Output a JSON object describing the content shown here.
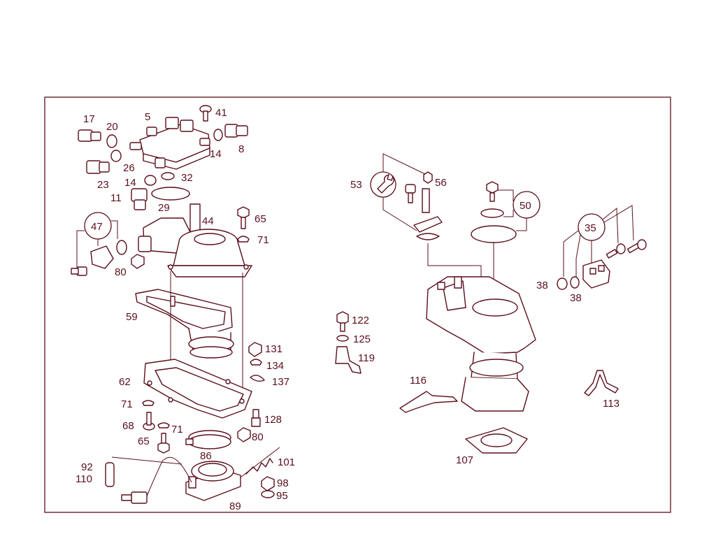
{
  "colors": {
    "line": "#5a0f1c",
    "background": "#ffffff"
  },
  "labels": {
    "l17": "17",
    "l20": "20",
    "l5": "5",
    "l41": "41",
    "l14a": "14",
    "l8": "8",
    "l26": "26",
    "l23": "23",
    "l14b": "14",
    "l32": "32",
    "l11": "11",
    "l29": "29",
    "l65a": "65",
    "l44": "44",
    "l71a": "71",
    "l47": "47",
    "l80a": "80",
    "l59": "59",
    "l131": "131",
    "l134": "134",
    "l137": "137",
    "l62": "62",
    "l71b": "71",
    "l68": "68",
    "l71c": "71",
    "l128": "128",
    "l65b": "65",
    "l80b": "80",
    "l86": "86",
    "l101": "101",
    "l92": "92",
    "l110": "110",
    "l98": "98",
    "l95": "95",
    "l89": "89",
    "l53": "53",
    "l56": "56",
    "l50": "50",
    "l35": "35",
    "l38a": "38",
    "l38b": "38",
    "l122": "122",
    "l125": "125",
    "l119": "119",
    "l116": "116",
    "l113": "113",
    "l107": "107"
  },
  "icons": {
    "tool_symbol": "wrench-icon"
  }
}
